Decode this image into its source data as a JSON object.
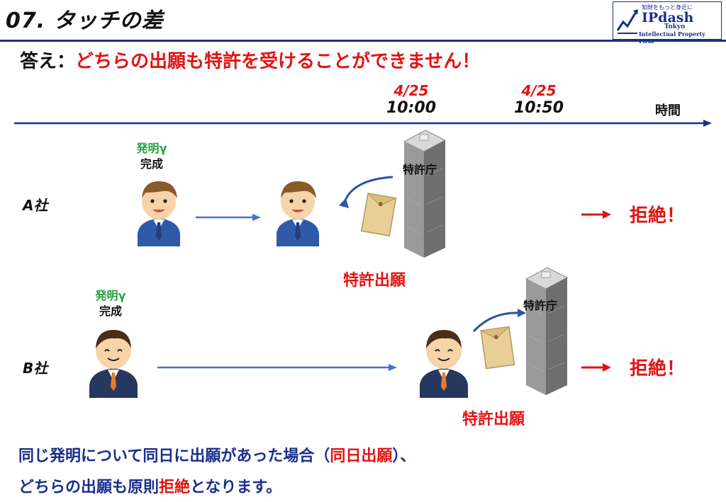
{
  "header": {
    "title": "07. タッチの差",
    "logo": {
      "tagline": "知財をもっと身近に",
      "brand": "IPdash",
      "city": "Tokyo",
      "firm": "Intellectual Property Firm"
    }
  },
  "answer": {
    "label": "答え：",
    "text": "どちらの出願も特許を受けることができません！"
  },
  "timeline": {
    "t1_date": "4/25",
    "t1_time": "10:00",
    "t2_date": "4/25",
    "t2_time": "10:50",
    "axis_label": "時間"
  },
  "company_a": {
    "name": "A社",
    "invention": "発明γ",
    "completed": "完成",
    "office": "特許庁",
    "filing": "特許出願",
    "result": "拒絶！"
  },
  "company_b": {
    "name": "B社",
    "invention": "発明γ",
    "completed": "完成",
    "office": "特許庁",
    "filing": "特許出願",
    "result": "拒絶！"
  },
  "footer": {
    "line1_a": "同じ発明について同日に出願があった場合（",
    "line1_red": "同日出願",
    "line1_b": "）、",
    "line2_a": "どちらの出願も原則",
    "line2_red": "拒絶",
    "line2_b": "となります。"
  },
  "colors": {
    "accent_blue": "#1a2e8a",
    "red": "#e31313",
    "green": "#23a23a"
  }
}
